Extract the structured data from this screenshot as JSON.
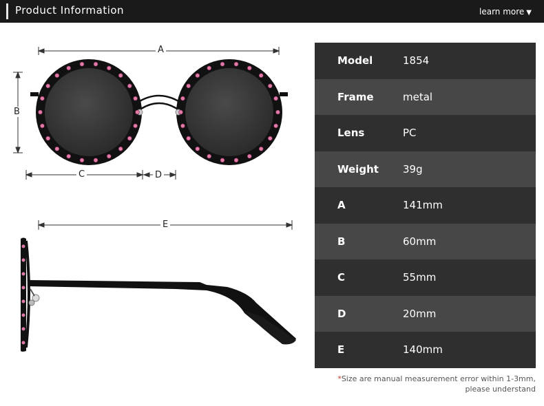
{
  "header": {
    "title": "Product Information",
    "more_label": "learn more",
    "more_icon": "triangle-down-icon"
  },
  "dimensions": {
    "a": "A",
    "b": "B",
    "c": "C",
    "d": "D",
    "e": "E"
  },
  "specs": [
    {
      "label": "Model",
      "value": "1854"
    },
    {
      "label": "Frame",
      "value": "metal"
    },
    {
      "label": "Lens",
      "value": "PC"
    },
    {
      "label": "Weight",
      "value": "39g"
    },
    {
      "label": "A",
      "value": "141mm"
    },
    {
      "label": "B",
      "value": "60mm"
    },
    {
      "label": "C",
      "value": "55mm"
    },
    {
      "label": "D",
      "value": "20mm"
    },
    {
      "label": "E",
      "value": "140mm"
    }
  ],
  "note": {
    "star": "*",
    "line1": "Size are manual measurement error within 1-3mm,",
    "line2": "please understand"
  },
  "colors": {
    "header_bg": "#1a1a1a",
    "row_dark": "#2f2f2f",
    "row_light": "#474747",
    "frame": "#111111",
    "lens": "#3a3a3a",
    "rhinestone": "#e07aa8"
  }
}
